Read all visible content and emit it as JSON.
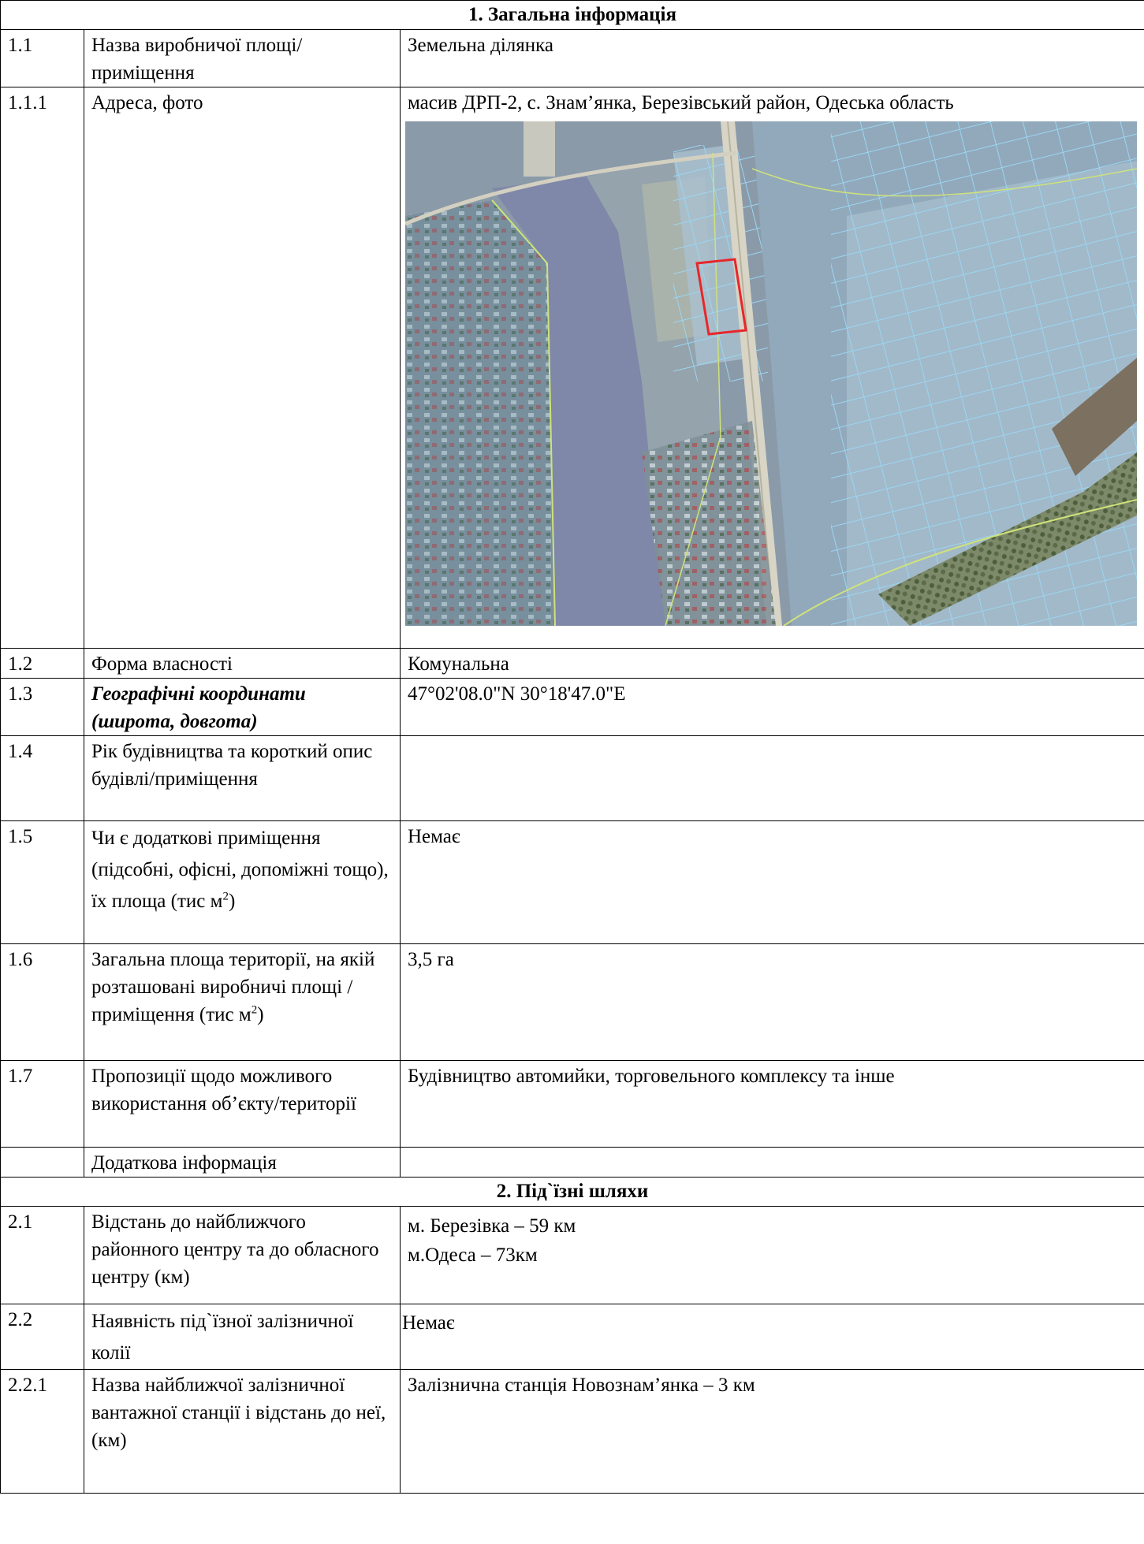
{
  "sections": {
    "general": "1. Загальна інформація",
    "roads": "2. Під`їзні шляхи"
  },
  "rows": [
    {
      "num": "1.1",
      "label": "Назва виробничої площі/приміщення",
      "value": "Земельна ділянка"
    },
    {
      "num": "1.1.1",
      "label": "Адреса, фото",
      "value": "масив ДРП-2, с. Знам’янка, Березівський район, Одеська область"
    },
    {
      "num": "1.2",
      "label": "Форма власності",
      "value": "Комунальна"
    },
    {
      "num": "1.3",
      "label": "Географічні координати (широта, довгота)",
      "value": "47°02'08.0\"N 30°18'47.0\"E"
    },
    {
      "num": "1.4",
      "label": "Рік будівництва та короткий опис будівлі/приміщення",
      "value": ""
    },
    {
      "num": "1.5",
      "label": "Чи є додаткові приміщення (підсобні, офісні, допоміжні тощо), їх площа (тис м",
      "label_sup": "2",
      "label_end": ")",
      "value": "Немає"
    },
    {
      "num": "1.6",
      "label": "Загальна площа території, на якій розташовані виробничі площі /приміщення (тис м",
      "label_sup": "2",
      "label_end": ")",
      "value": "3,5 га"
    },
    {
      "num": "1.7",
      "label": "Пропозиції щодо можливого використання об’єкту/території",
      "value": "Будівництво автомийки, торговельного комплексу та інше"
    },
    {
      "num": "",
      "label": "Додаткова інформація",
      "value": ""
    },
    {
      "num": "2.1",
      "label": "Відстань до найближчого районного центру та до обласного центру (км)",
      "value_lines": [
        "м. Березівка – 59 км",
        "м.Одеса – 73км"
      ]
    },
    {
      "num": "2.2",
      "label": "Наявність під`їзної залізничної колії",
      "value": "Немає"
    },
    {
      "num": "2.2.1",
      "label": "Назва найближчої залізничної вантажної станції і відстань до неї, (км)",
      "value": "Залізнична станція Новознам’янка – 3 км"
    }
  ],
  "map": {
    "image": "satellite-map",
    "colors": {
      "field": "#8797a6",
      "parcel": "#9fb6c6",
      "parcel_line": "#8fd0f0",
      "highlight": "#e8262a",
      "road": "#d9d6c8",
      "village": "#6f7f86"
    }
  }
}
